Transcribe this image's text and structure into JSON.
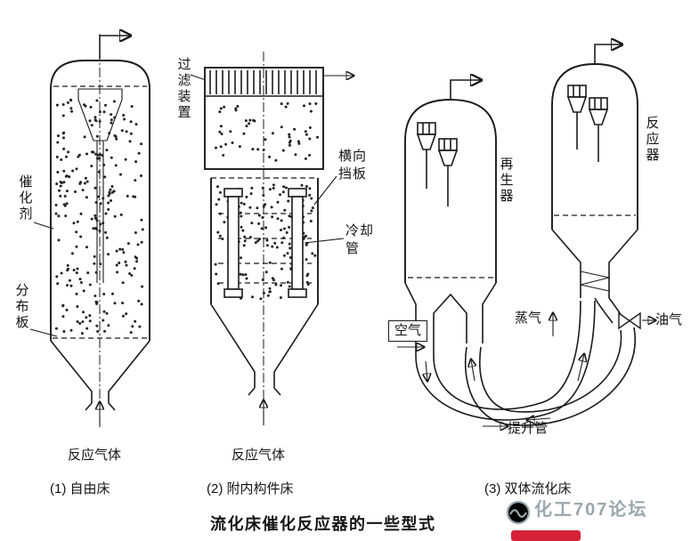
{
  "caption": "流化床催化反应器的一些型式",
  "watermark": {
    "text": "化工707论坛"
  },
  "d1": {
    "catalyst": "催化剂",
    "distributor": "分布板",
    "gas": "反应气体",
    "title": "(1) 自由床"
  },
  "d2": {
    "filter": "过滤装置",
    "baffle": "横向挡板",
    "cooling": "冷却管",
    "gas": "反应气体",
    "title": "(2) 附内构件床"
  },
  "d3": {
    "regenerator": "再生器",
    "reactor": "反应器",
    "air": "空气",
    "steam": "蒸气",
    "oil_gas": "油气",
    "riser": "提升管",
    "title": "(3) 双体流化床"
  }
}
